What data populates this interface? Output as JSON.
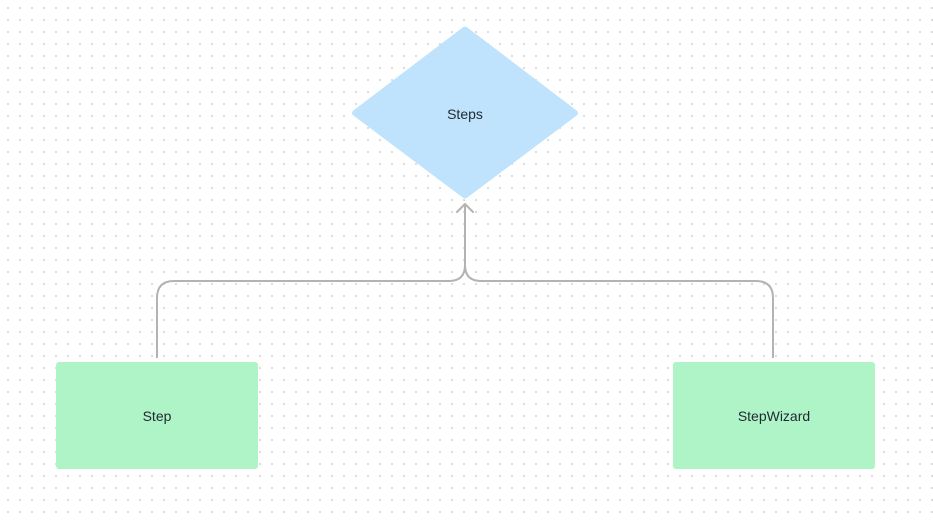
{
  "diagram": {
    "nodes": {
      "steps": {
        "label": "Steps",
        "shape": "diamond",
        "color": "#bfe3fd"
      },
      "step": {
        "label": "Step",
        "shape": "rectangle",
        "color": "#aff4c6"
      },
      "step_wizard": {
        "label": "StepWizard",
        "shape": "rectangle",
        "color": "#aff4c6"
      }
    },
    "edges": [
      {
        "from": "Step",
        "to": "Steps",
        "arrow": "open"
      },
      {
        "from": "StepWizard",
        "to": "Steps",
        "arrow": "open"
      }
    ],
    "edge_color": "#b3b3b3",
    "background": "dot-grid"
  }
}
